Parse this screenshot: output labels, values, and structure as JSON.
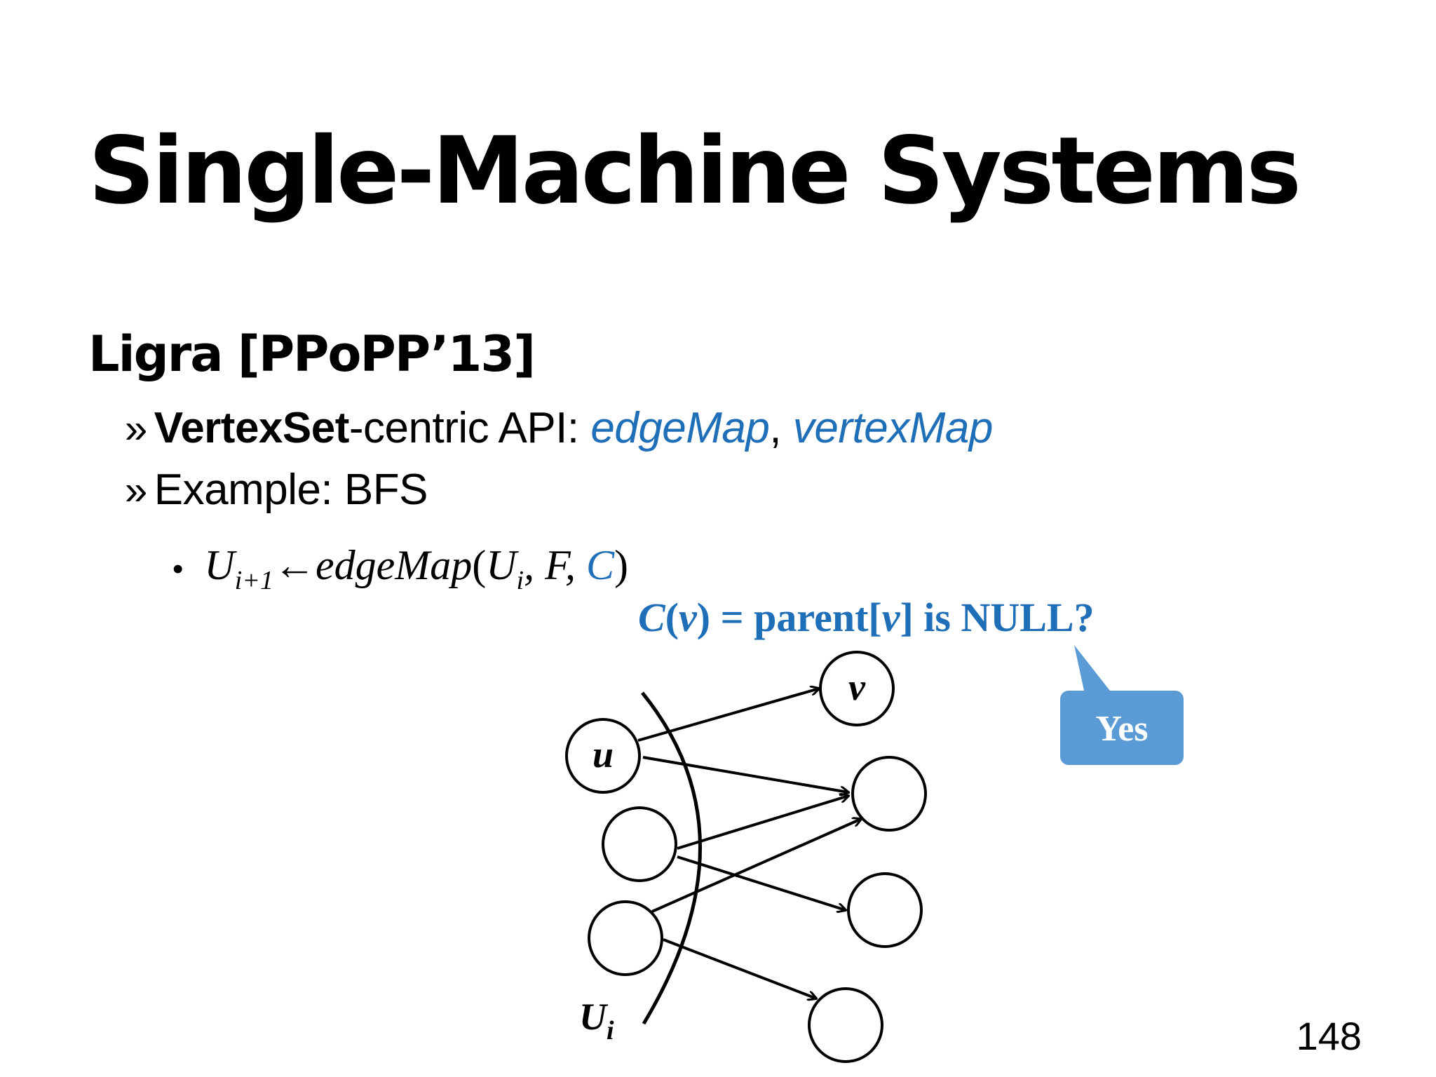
{
  "slide": {
    "title": "Single-Machine Systems",
    "heading": "Ligra [PPoPP’13]",
    "bullets": [
      {
        "marker": "»",
        "bold": "VertexSet",
        "text": "-centric API: ",
        "api1": "edgeMap",
        "sep": ", ",
        "api2": "vertexMap"
      },
      {
        "marker": "»",
        "text": "Example: BFS"
      }
    ],
    "sub_bullet": {
      "dot": "•",
      "u": "U",
      "sub_next": "i+1",
      "arrow": "←",
      "func": "edgeMap",
      "open": "(",
      "u2": "U",
      "sub_i": "i",
      "comma1": ", ",
      "f": "F",
      "comma2": ", ",
      "c": "C",
      "close": ")"
    },
    "condition": {
      "c": "C",
      "open": "(",
      "v": "v",
      "rest1": ") = parent[",
      "v2": "v",
      "rest2": "] is NULL?"
    },
    "callout": "Yes",
    "diagram": {
      "node_u": "u",
      "node_v": "v",
      "frontier": "U",
      "frontier_sub": "i"
    },
    "page_number": "148"
  },
  "colors": {
    "accent_blue": "#1f6fb8",
    "callout_fill": "#5b9bd5"
  }
}
